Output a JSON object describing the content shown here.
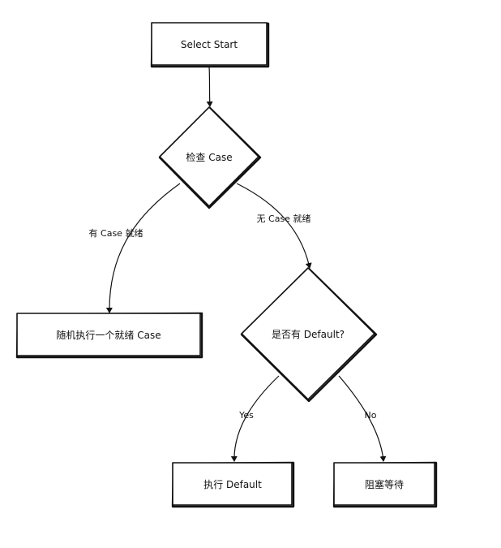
{
  "diagram": {
    "nodes": {
      "select_start": "Select Start",
      "check_case": "检查 Case",
      "random_exec": "随机执行一个就绪 Case",
      "has_default": "是否有 Default?",
      "exec_default": "执行 Default",
      "block_wait": "阻塞等待"
    },
    "edges": {
      "has_case_ready": "有 Case 就绪",
      "no_case_ready": "无 Case 就绪",
      "yes": "Yes",
      "no": "No"
    }
  }
}
